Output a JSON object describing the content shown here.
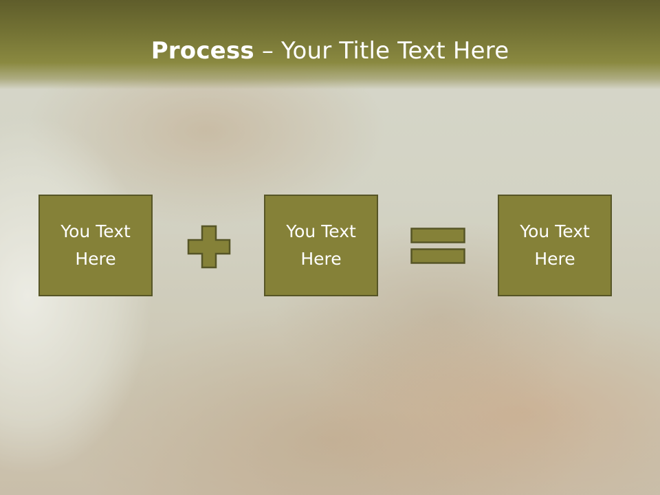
{
  "slide": {
    "title_bold": "Process",
    "title_rest": " – Your Title Text Here"
  },
  "process": {
    "boxes": [
      {
        "label": "You Text\nHere"
      },
      {
        "label": "You Text\nHere"
      },
      {
        "label": "You Text\nHere"
      }
    ],
    "operators": [
      {
        "icon": "plus-icon"
      },
      {
        "icon": "equals-icon"
      }
    ]
  },
  "colors": {
    "title_bar": "#737234",
    "box_fill": "#858138",
    "box_border": "#565526",
    "text": "#ffffff"
  }
}
